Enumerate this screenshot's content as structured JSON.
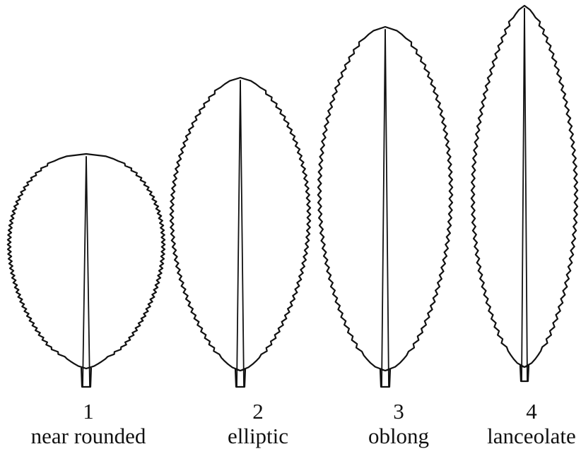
{
  "figure": {
    "leaves": [
      {
        "number": "1",
        "label": "near rounded"
      },
      {
        "number": "2",
        "label": "elliptic"
      },
      {
        "number": "3",
        "label": "oblong"
      },
      {
        "number": "4",
        "label": "lanceolate"
      }
    ]
  }
}
